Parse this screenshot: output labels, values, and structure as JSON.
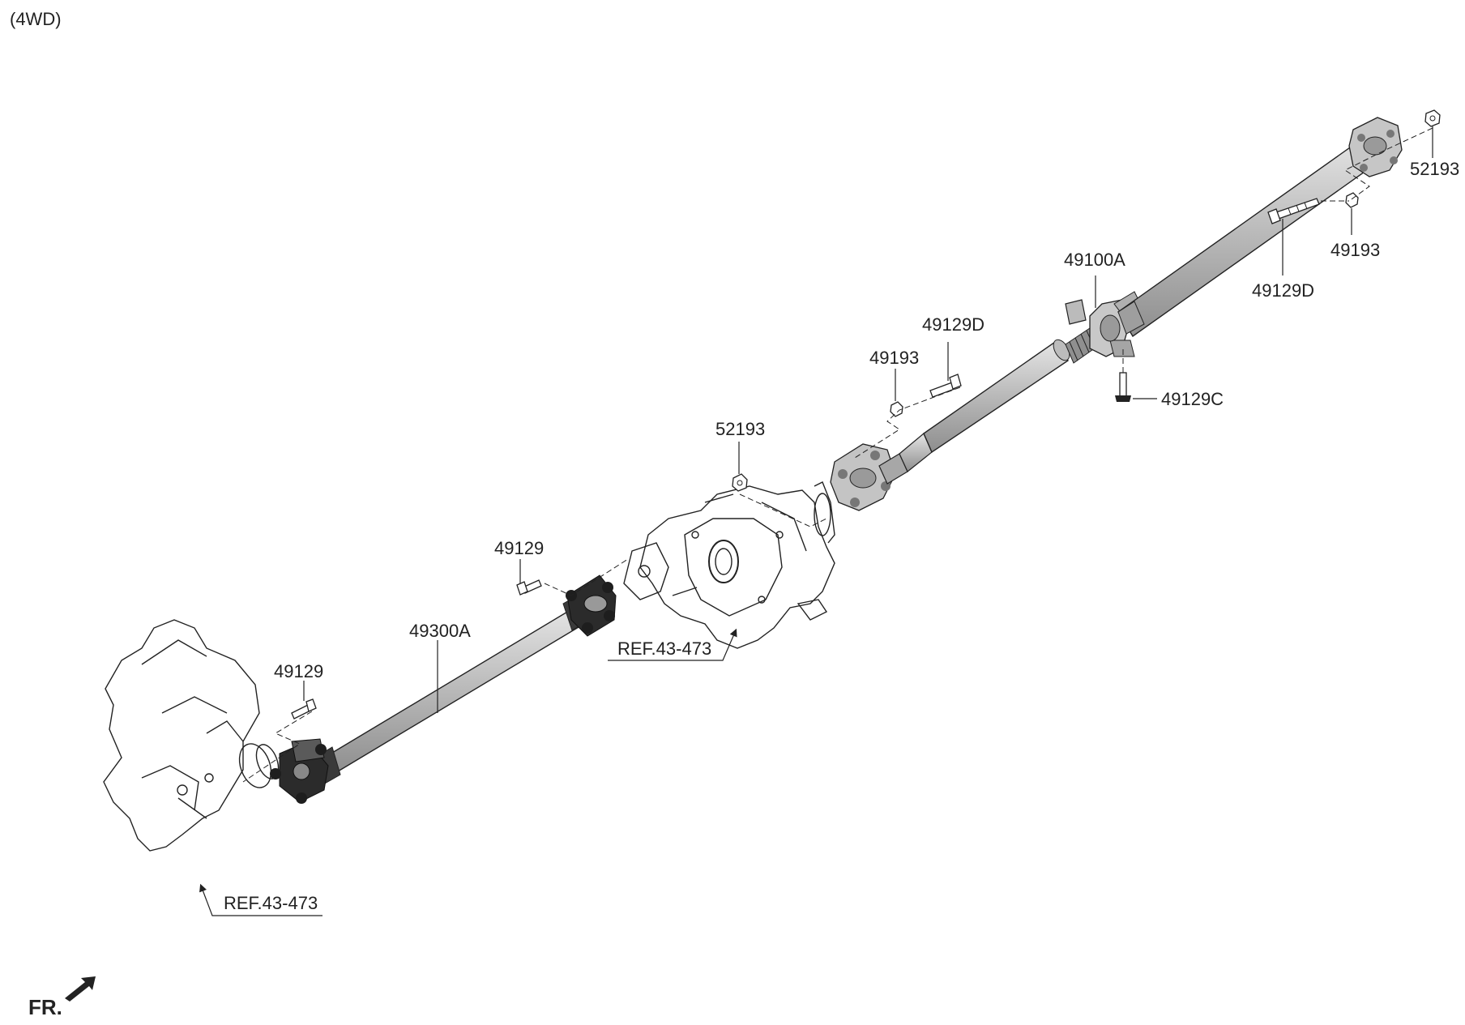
{
  "diagram": {
    "variant_label": "(4WD)",
    "front_label": "FR.",
    "labels": {
      "l_52193_top": "52193",
      "l_49193_top": "49193",
      "l_49129d_right": "49129D",
      "l_49100a": "49100A",
      "l_49129d_mid": "49129D",
      "l_49193_mid": "49193",
      "l_49129c": "49129C",
      "l_52193_mid": "52193",
      "l_49129_mid": "49129",
      "l_49300a": "49300A",
      "l_49129_low": "49129",
      "l_ref_mid": "REF.43-473",
      "l_ref_low": "REF.43-473"
    },
    "colors": {
      "line": "#222222",
      "shaft_fill": "#c8c8c8",
      "shaft_dark": "#8a8a8a",
      "joint_dark": "#2b2b2b",
      "flange": "#bdbdbd"
    }
  }
}
